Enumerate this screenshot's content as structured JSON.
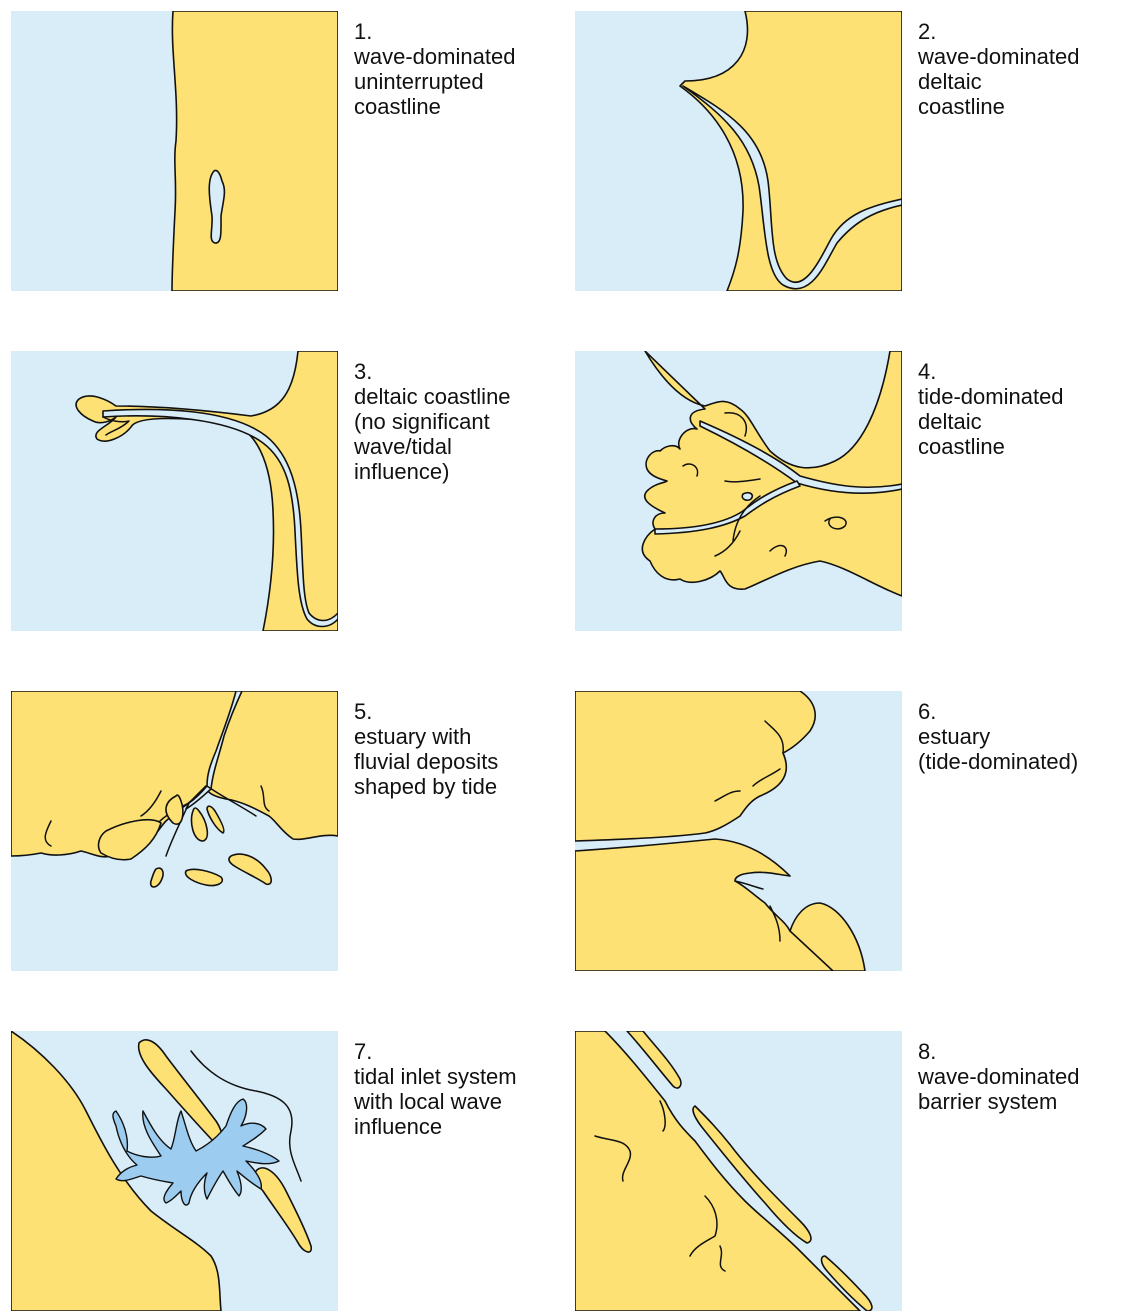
{
  "colors": {
    "sea": "#d9edf8",
    "land": "#fde174",
    "tidal_channel": "#9cccef",
    "outline": "#111111"
  },
  "panels": [
    {
      "number": "1.",
      "caption_lines": [
        "wave-dominated",
        "uninterrupted",
        "coastline"
      ]
    },
    {
      "number": "2.",
      "caption_lines": [
        "wave-dominated",
        "deltaic",
        "coastline"
      ]
    },
    {
      "number": "3.",
      "caption_lines": [
        "deltaic coastline",
        "(no significant",
        "wave/tidal",
        "influence)"
      ]
    },
    {
      "number": "4.",
      "caption_lines": [
        "tide-dominated",
        "deltaic",
        "coastline"
      ]
    },
    {
      "number": "5.",
      "caption_lines": [
        "estuary with",
        "fluvial deposits",
        "shaped by tide"
      ]
    },
    {
      "number": "6.",
      "caption_lines": [
        "estuary",
        "(tide-dominated)"
      ]
    },
    {
      "number": "7.",
      "caption_lines": [
        "tidal inlet system",
        "with local wave",
        "influence"
      ]
    },
    {
      "number": "8.",
      "caption_lines": [
        "wave-dominated",
        "barrier system"
      ]
    }
  ]
}
